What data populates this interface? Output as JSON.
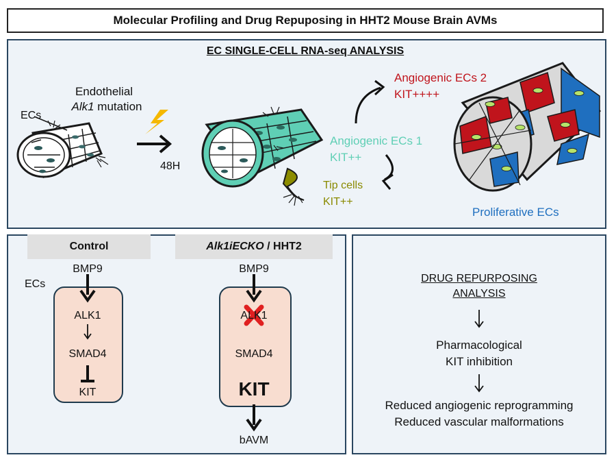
{
  "title": "Molecular Profiling and Drug Repuposing in HHT2 Mouse Brain AVMs",
  "top": {
    "heading": "EC SINGLE-CELL RNA-seq ANALYSIS",
    "mutation_line1": "Endothelial",
    "mutation_gene": "Alk1",
    "mutation_line2_rest": " mutation",
    "ecs_label": "ECs",
    "time_label": "48H",
    "angiogenic2_name": "Angiogenic ECs 2",
    "angiogenic2_kit": "KIT++++",
    "angiogenic1_name": "Angiogenic ECs 1",
    "angiogenic1_kit": "KIT++",
    "tip_name": "Tip cells",
    "tip_kit": "KIT++",
    "proliferative": "Proliferative ECs",
    "colors": {
      "angiogenic2": "#c0141c",
      "angiogenic1": "#5fcfb5",
      "tip": "#8a8a00",
      "proliferative": "#1f6fbf"
    }
  },
  "bottom_left": {
    "control": {
      "header": "Control",
      "ligand": "BMP9",
      "ecs_label": "ECs",
      "receptor": "ALK1",
      "smad": "SMAD4",
      "target": "KIT"
    },
    "mutant": {
      "header_italic": "Alk1iECKO",
      "header_rest": " / HHT2",
      "ligand": "BMP9",
      "receptor": "ALK1",
      "smad": "SMAD4",
      "target": "KIT",
      "outcome": "bAVM"
    }
  },
  "bottom_right": {
    "heading_line1": "DRUG REPURPOSING",
    "heading_line2": "ANALYSIS",
    "step1_line1": "Pharmacological",
    "step1_line2": "KIT inhibition",
    "result_line1": "Reduced angiogenic reprogramming",
    "result_line2": "Reduced vascular malformations"
  }
}
